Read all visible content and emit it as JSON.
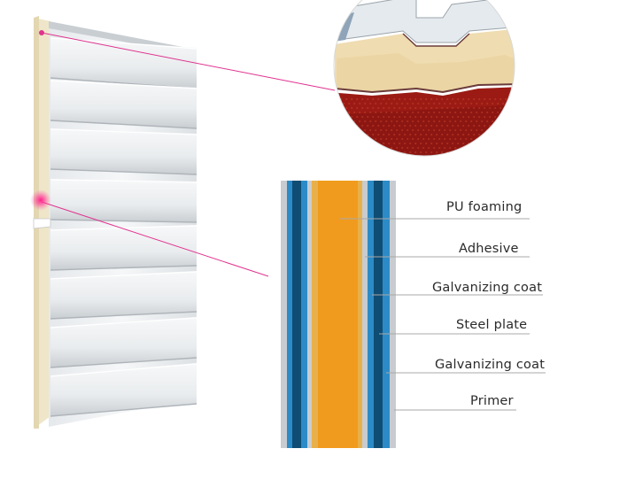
{
  "layers": [
    {
      "label": "PU foaming"
    },
    {
      "label": "Adhesive"
    },
    {
      "label": "Galvanizing coat"
    },
    {
      "label": "Steel plate"
    },
    {
      "label": "Galvanizing coat"
    },
    {
      "label": "Primer"
    }
  ],
  "colors": {
    "foam": "#f19b1e",
    "steel_dark": "#0f4d74",
    "steel_light": "#2c8bc6",
    "primer": "#c8ccd0",
    "panel": "#eceff1",
    "marker": "#e0338f"
  }
}
